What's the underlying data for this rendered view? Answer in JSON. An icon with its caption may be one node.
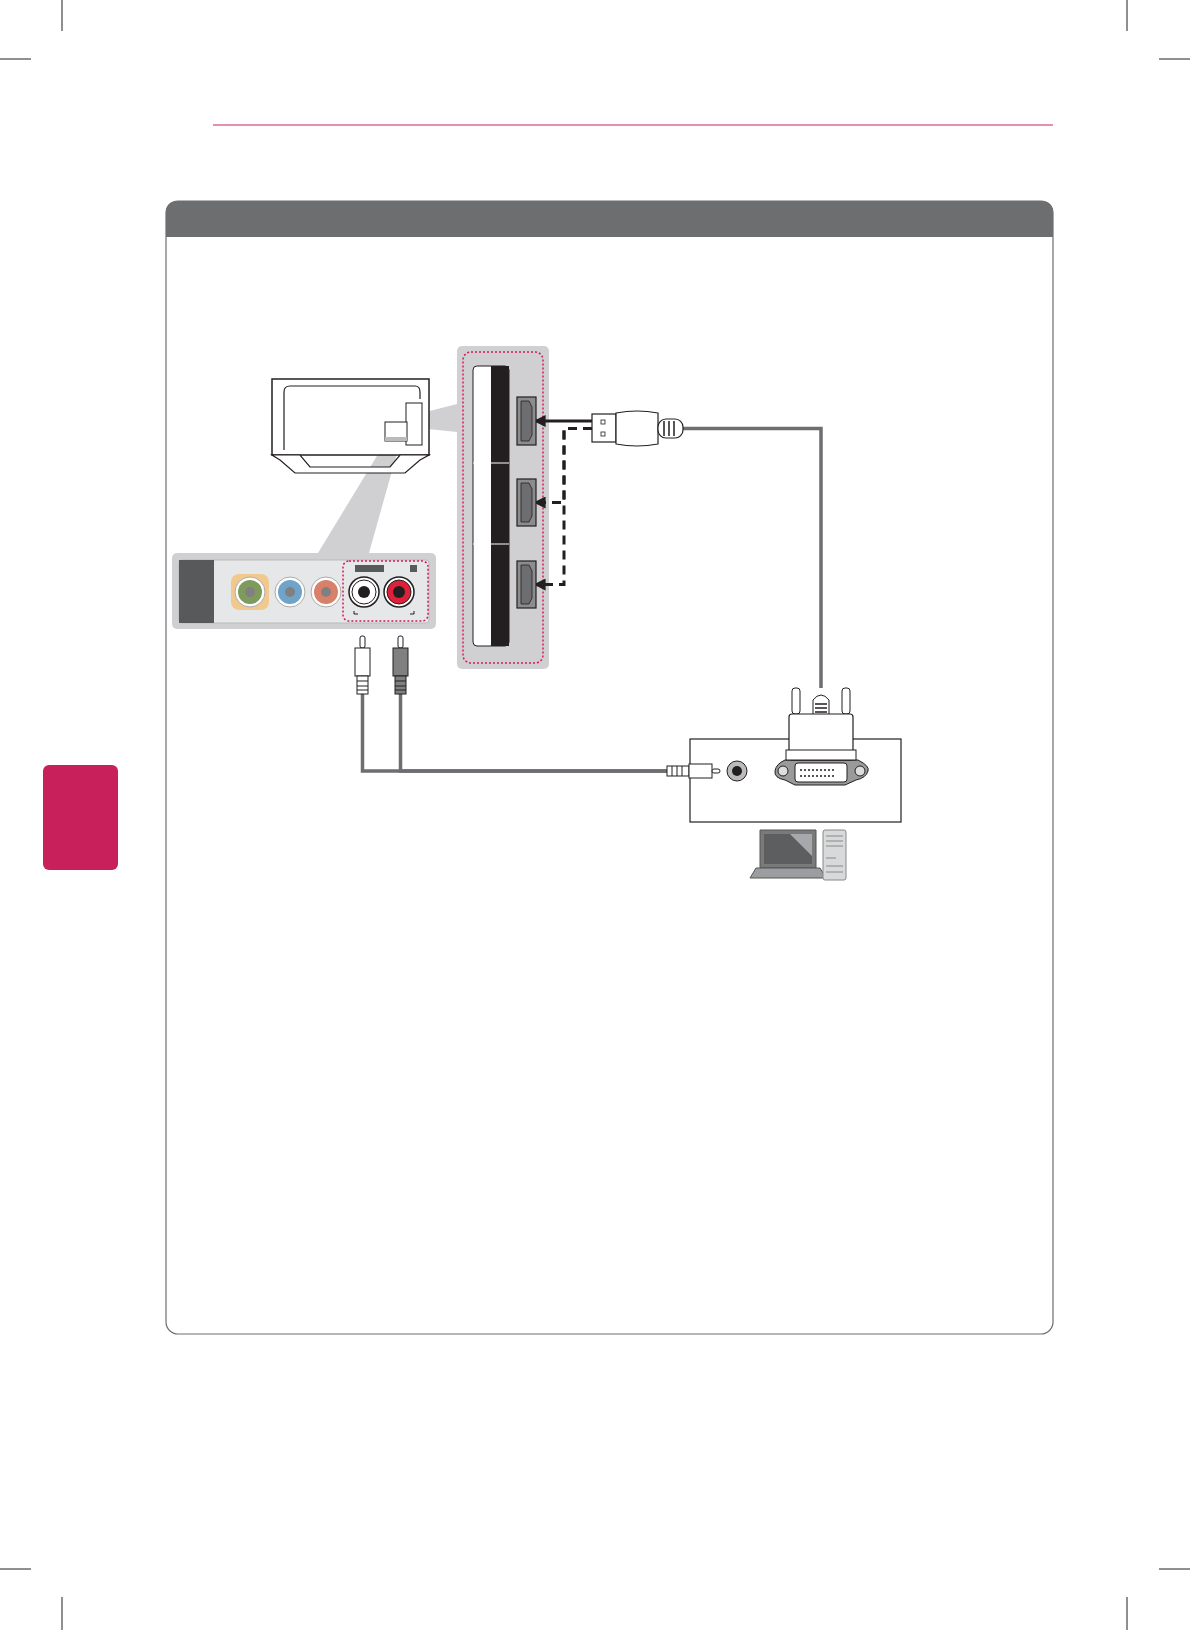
{
  "diagram": {
    "nodes": [
      {
        "text": [],
        "shape": "box"
      },
      {
        "text": [],
        "shape": "box"
      },
      {
        "text": [],
        "shape": "box"
      },
      {
        "text": [],
        "shape": "plug"
      },
      {
        "text": [],
        "shape": "plug"
      },
      {
        "text": [],
        "shape": "plug"
      },
      {
        "text": [],
        "shape": "plug"
      },
      {
        "text": [],
        "shape": "plug"
      }
    ],
    "edges": [
      {
        "from": 4,
        "to": 3,
        "arrow": "none"
      },
      {
        "from": 3,
        "to": 0,
        "arrow": "to",
        "color": "#231f20"
      },
      {
        "from": 3,
        "to": 1,
        "arrow": "to",
        "style": "dashed",
        "color": "#231f20"
      },
      {
        "from": 3,
        "to": 2,
        "arrow": "to",
        "style": "dashed",
        "color": "#231f20"
      },
      {
        "from": 5,
        "to": 6,
        "arrow": "none"
      },
      {
        "from": 5,
        "to": 7,
        "arrow": "none"
      }
    ]
  }
}
